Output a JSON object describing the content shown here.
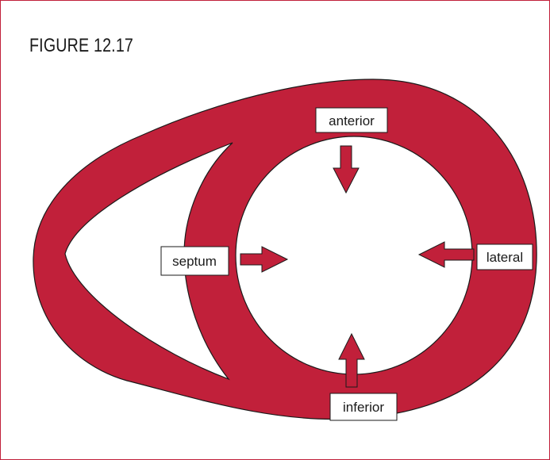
{
  "figure": {
    "title": "FIGURE 12.17"
  },
  "labels": {
    "anterior": "anterior",
    "septum": "septum",
    "lateral": "lateral",
    "inferior": "inferior"
  },
  "colors": {
    "muscle": "#c1203a",
    "outline": "#1a1a1a",
    "frame": "#c1203a"
  }
}
